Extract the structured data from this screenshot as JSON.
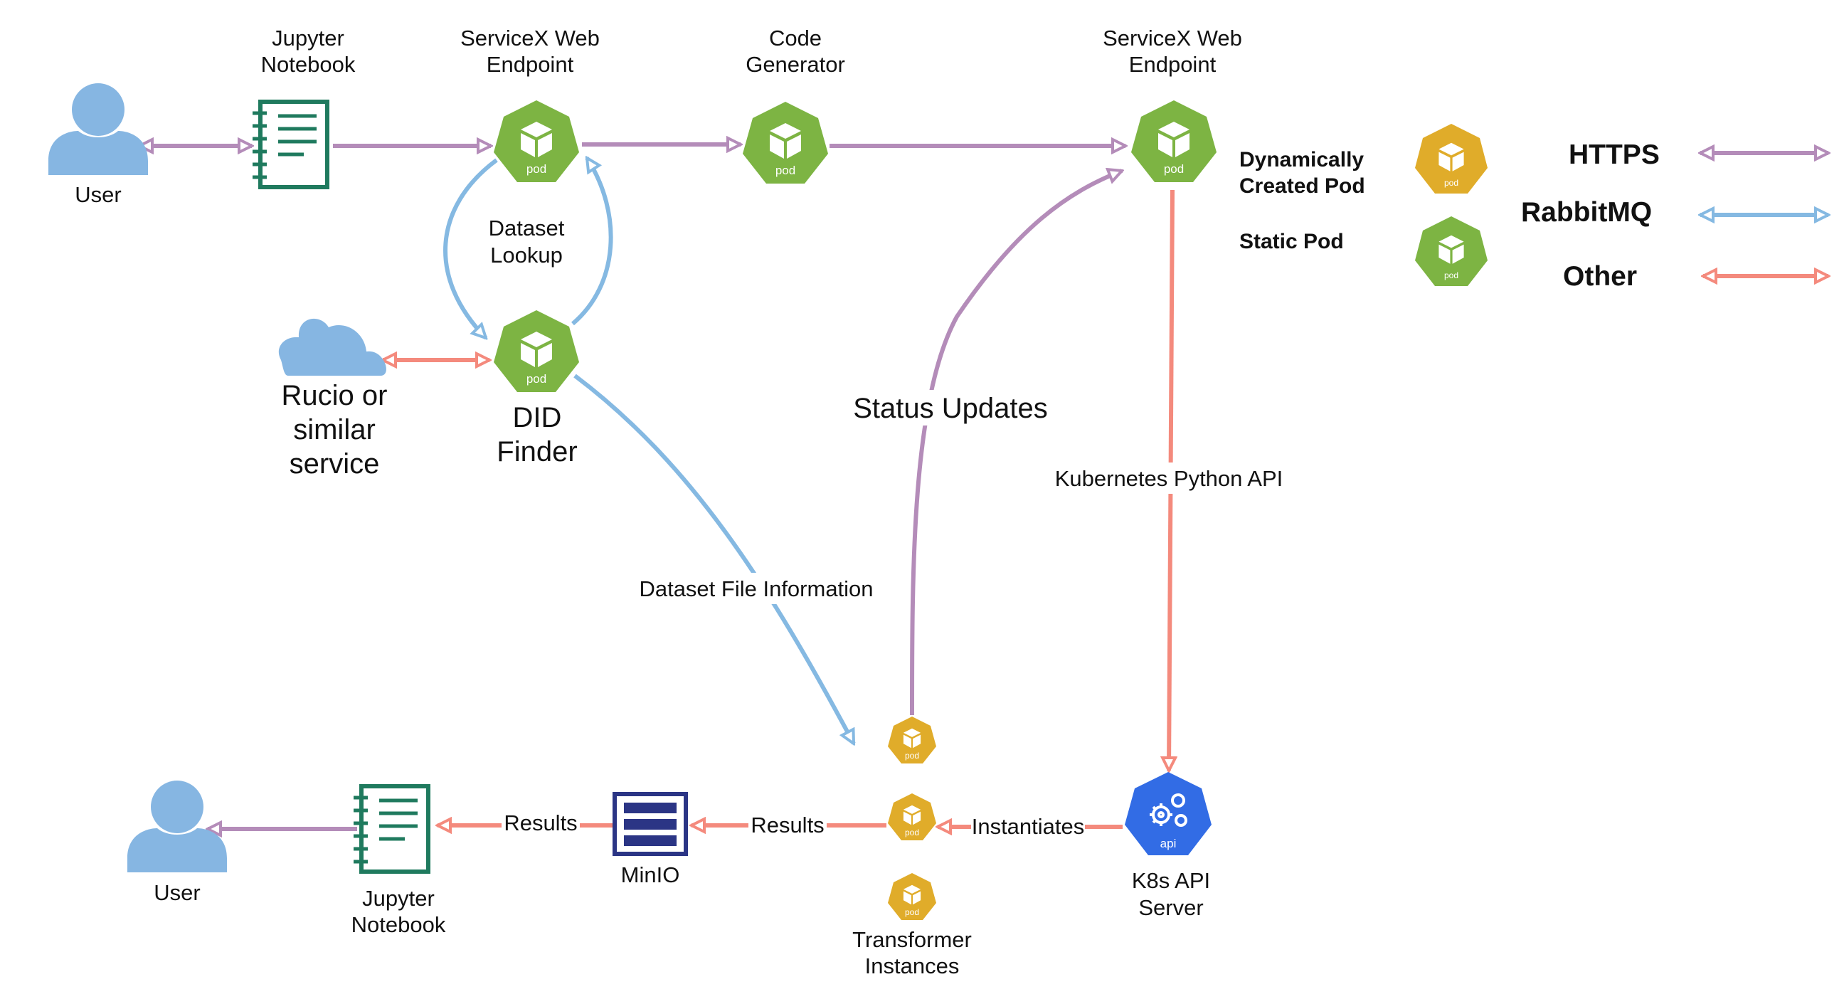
{
  "colors": {
    "https": "#b48cb9",
    "rabbitmq": "#85b9e2",
    "other": "#f48a7d",
    "static_pod": "#7db443",
    "dynamic_pod": "#e0ac2a",
    "api_server": "#326ce5",
    "notebook": "#1f7a5e",
    "minio": "#2b3585",
    "user": "#86b6e2",
    "cloud": "#86b6e2"
  },
  "nodes": {
    "user_top": {
      "label": "User",
      "icon": "user-icon"
    },
    "notebook_top": {
      "label": [
        "Jupyter",
        "Notebook"
      ],
      "icon": "notebook-icon"
    },
    "servicex_1": {
      "label": [
        "ServiceX Web",
        "Endpoint"
      ],
      "icon": "pod-icon",
      "badge": "pod"
    },
    "code_generator": {
      "label": [
        "Code",
        "Generator"
      ],
      "icon": "pod-icon",
      "badge": "pod"
    },
    "servicex_2": {
      "label": [
        "ServiceX Web",
        "Endpoint"
      ],
      "icon": "pod-icon",
      "badge": "pod"
    },
    "did_finder": {
      "label": [
        "DID",
        "Finder"
      ],
      "icon": "pod-icon",
      "badge": "pod"
    },
    "rucio": {
      "label": [
        "Rucio or",
        "similar",
        "service"
      ],
      "icon": "cloud-icon"
    },
    "transformers": {
      "label": [
        "Transformer",
        "Instances"
      ],
      "icon": "pod-icon",
      "badge": "pod"
    },
    "k8s_api": {
      "label": [
        "K8s API",
        "Server"
      ],
      "icon": "api-icon",
      "badge": "api"
    },
    "minio": {
      "label": "MinIO",
      "icon": "storage-icon"
    },
    "notebook_bottom": {
      "label": [
        "Jupyter",
        "Notebook"
      ],
      "icon": "notebook-icon"
    },
    "user_bottom": {
      "label": "User",
      "icon": "user-icon"
    }
  },
  "edge_labels": {
    "dataset_lookup": [
      "Dataset",
      "Lookup"
    ],
    "status_updates": "Status Updates",
    "k8s_python_api": "Kubernetes Python API",
    "dataset_file_info": "Dataset File Information",
    "instantiates": "Instantiates",
    "results_transformer_minio": "Results",
    "results_minio_notebook": "Results"
  },
  "legend": {
    "dynamic_pod": [
      "Dynamically",
      "Created Pod"
    ],
    "static_pod": "Static Pod",
    "https": "HTTPS",
    "rabbitmq": "RabbitMQ",
    "other": "Other"
  }
}
